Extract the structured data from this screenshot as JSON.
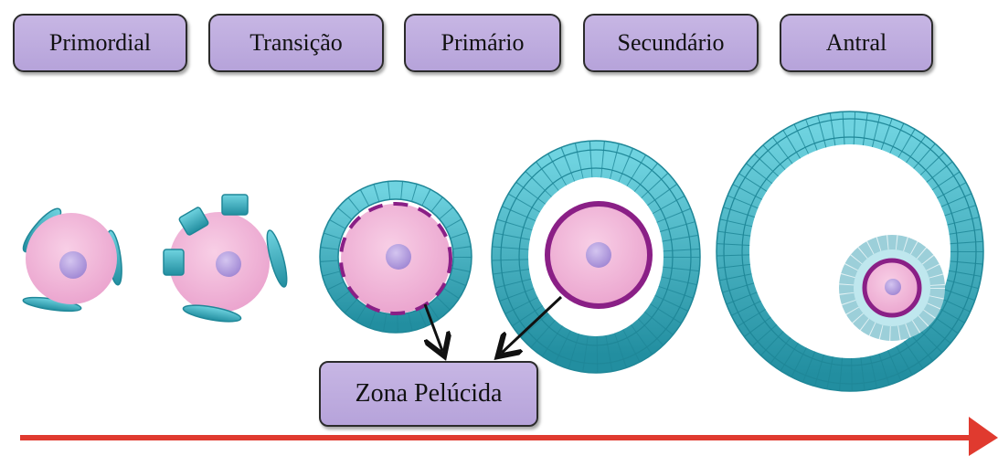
{
  "stages": [
    {
      "id": "primordial",
      "label": "Primordial"
    },
    {
      "id": "transicao",
      "label": "Transição"
    },
    {
      "id": "primario",
      "label": "Primário"
    },
    {
      "id": "secundario",
      "label": "Secundário"
    },
    {
      "id": "antral",
      "label": "Antral"
    }
  ],
  "annotation": {
    "label": "Zona Pelúcida"
  },
  "colors": {
    "oocyte": "#f2b3d6",
    "nucleus": "#b9a3e0",
    "granulosa": "#3fb5c8",
    "granulosa_dark": "#1f8798",
    "zona_pellucida": "#8a1f86",
    "label_fill": "#bfaee0",
    "timeline_arrow": "#e03a2f"
  }
}
